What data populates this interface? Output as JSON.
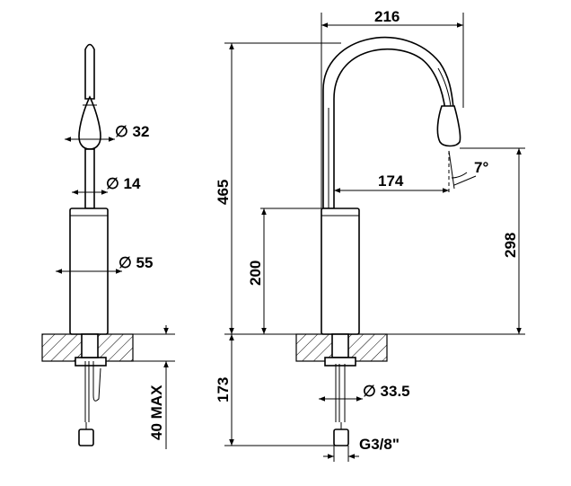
{
  "diagram": {
    "dimensions": {
      "spout_reach": "216",
      "total_height": "465",
      "outlet_distance": "174",
      "outlet_angle": "7°",
      "outlet_height": "298",
      "body_height": "200",
      "below_counter": "173",
      "handle_diameter": "∅ 32",
      "neck_diameter": "∅ 14",
      "body_diameter": "∅ 55",
      "deck_thickness": "40 MAX",
      "shank_diameter": "∅ 33.5",
      "connection_thread": "G3/8\""
    }
  }
}
